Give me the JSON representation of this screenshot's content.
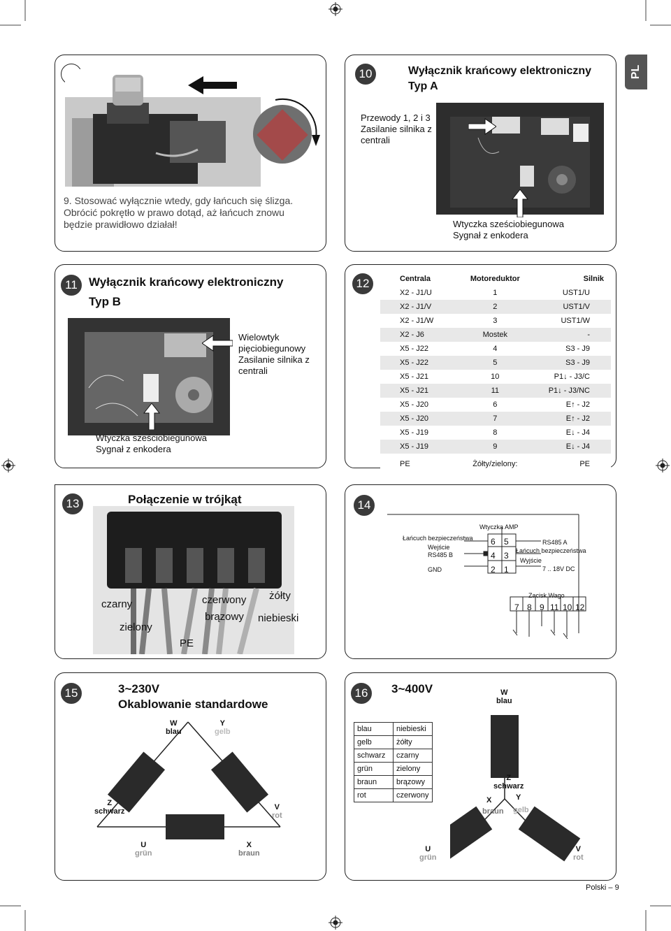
{
  "side_tab": "PL",
  "footer": "Polski – 9",
  "s9": {
    "num": "9",
    "text1": "9. Stosować wyłącznie wtedy, gdy łańcuch się ślizga.",
    "text2": "Obrócić pokrętło w prawo dotąd, aż łańcuch znowu",
    "text3": "będzie prawidłowo działał!"
  },
  "s10": {
    "num": "10",
    "title1": "Wyłącznik krańcowy elektroniczny",
    "title2": "Typ A",
    "wires1": "Przewody 1, 2 i 3",
    "wires2": "Zasilanie silnika z",
    "wires3": "centrali",
    "plug1": "Wtyczka sześciobiegunowa",
    "plug2": "Sygnał z enkodera"
  },
  "s11": {
    "num": "11",
    "title1": "Wyłącznik krańcowy elektroniczny",
    "title2": "Typ B",
    "multi1": "Wielowtyk",
    "multi2": "pięciobiegunowy",
    "multi3": "Zasilanie silnika z",
    "multi4": "centrali",
    "plug1": "Wtyczka sześciobiegunowa",
    "plug2": "Sygnał z enkodera"
  },
  "s12": {
    "num": "12",
    "headers": [
      "Centrala",
      "Motoreduktor",
      "Silnik"
    ],
    "rows": [
      [
        "X2 - J1/U",
        "1",
        "UST1/U"
      ],
      [
        "X2 - J1/V",
        "2",
        "UST1/V"
      ],
      [
        "X2 - J1/W",
        "3",
        "UST1/W"
      ],
      [
        "X2 - J6",
        "Mostek",
        "-"
      ],
      [
        "X5 - J22",
        "4",
        "S3 - J9"
      ],
      [
        "X5 - J22",
        "5",
        "S3 - J9"
      ],
      [
        "X5 - J21",
        "10",
        "P1↓ - J3/C"
      ],
      [
        "X5 - J21",
        "11",
        "P1↓ - J3/NC"
      ],
      [
        "X5 - J20",
        "6",
        "E↑ - J2"
      ],
      [
        "X5 - J20",
        "7",
        "E↑ - J2"
      ],
      [
        "X5 - J19",
        "8",
        "E↓ - J4"
      ],
      [
        "X5 - J19",
        "9",
        "E↓ - J4"
      ],
      [
        "PE",
        "Żółty/zielony:",
        "PE"
      ]
    ]
  },
  "s13": {
    "num": "13",
    "title": "Połączenie w trójkąt",
    "czarny": "czarny",
    "zielony": "zielony",
    "pe": "PE",
    "czerwony": "czerwony",
    "brazowy": "brązowy",
    "zolty": "żółty",
    "niebieski": "niebieski"
  },
  "s14": {
    "num": "14",
    "amp": "Wtyczka AMP",
    "chain_left": "Łańcuch bezpieczeństwa",
    "input_left1": "Wejście",
    "input_left2": "RS485 B",
    "gnd": "GND",
    "rs485a": "RS485 A",
    "chain_right": "Łańcuch bezpieczeństwa",
    "output": "Wyjście",
    "voltage": "7 .. 18V DC",
    "pins": [
      [
        "6",
        "5"
      ],
      [
        "4",
        "3"
      ],
      [
        "2",
        "1"
      ]
    ],
    "wago": "Zacisk Wago",
    "wago_pins": [
      "7",
      "8",
      "9",
      "11",
      "10",
      "12"
    ]
  },
  "s15": {
    "num": "15",
    "title1": "3~230V",
    "title2": "Okablowanie standardowe",
    "W": [
      "W",
      "blau"
    ],
    "Y": [
      "Y",
      "gelb"
    ],
    "Z": [
      "Z",
      "schwarz"
    ],
    "V": [
      "V",
      "rot"
    ],
    "U": [
      "U",
      "grün"
    ],
    "X": [
      "X",
      "braun"
    ]
  },
  "s16": {
    "num": "16",
    "title": "3~400V",
    "legend": [
      [
        "blau",
        "niebieski"
      ],
      [
        "gelb",
        "żółty"
      ],
      [
        "schwarz",
        "czarny"
      ],
      [
        "grün",
        "zielony"
      ],
      [
        "braun",
        "brązowy"
      ],
      [
        "rot",
        "czerwony"
      ]
    ],
    "W": [
      "W",
      "blau"
    ],
    "Z": [
      "Z",
      "schwarz"
    ],
    "X": "X",
    "Y": "Y",
    "braun": "braun",
    "gelb": "gelb",
    "U": [
      "U",
      "grün"
    ],
    "V": [
      "V",
      "rot"
    ]
  }
}
